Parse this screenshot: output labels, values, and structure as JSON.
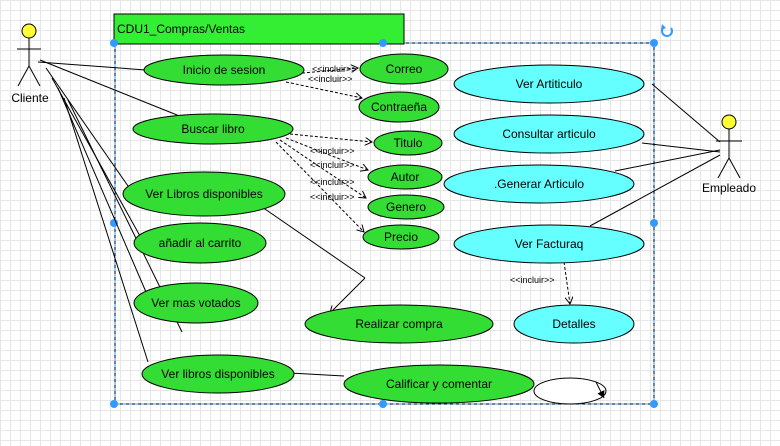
{
  "system": {
    "title": "CDU1_Compras/Ventas"
  },
  "actors": {
    "client": "Cliente",
    "employee": "Empleado"
  },
  "include_label": "<<incluir>>",
  "usecases": {
    "inicio_sesion": "Inicio de sesion",
    "correo": "Correo",
    "contrasena": "Contraeña",
    "buscar_libro": "Buscar libro",
    "titulo": "Titulo",
    "autor": "Autor",
    "genero": "Genero",
    "precio": "Precio",
    "ver_libros_disponibles_1": "Ver Libros disponibles",
    "anadir_carrito": "añadir al carrito",
    "ver_mas_votados": "Ver mas votados",
    "ver_libros_disponibles_2": "Ver libros disponibles",
    "realizar_compra": "Realizar compra",
    "calificar_comentar": "Calificar y comentar",
    "ver_articulo": "Ver Artiticulo",
    "consultar_articulo": "Consultar articulo",
    "generar_articulo": ".Generar Articulo",
    "ver_factura": "Ver Facturaq",
    "detalles": "Detalles"
  },
  "colors": {
    "green": "#33dd33",
    "cyan": "#66ffff",
    "actor_head": "#ffff33",
    "selection": "#3399ff"
  }
}
